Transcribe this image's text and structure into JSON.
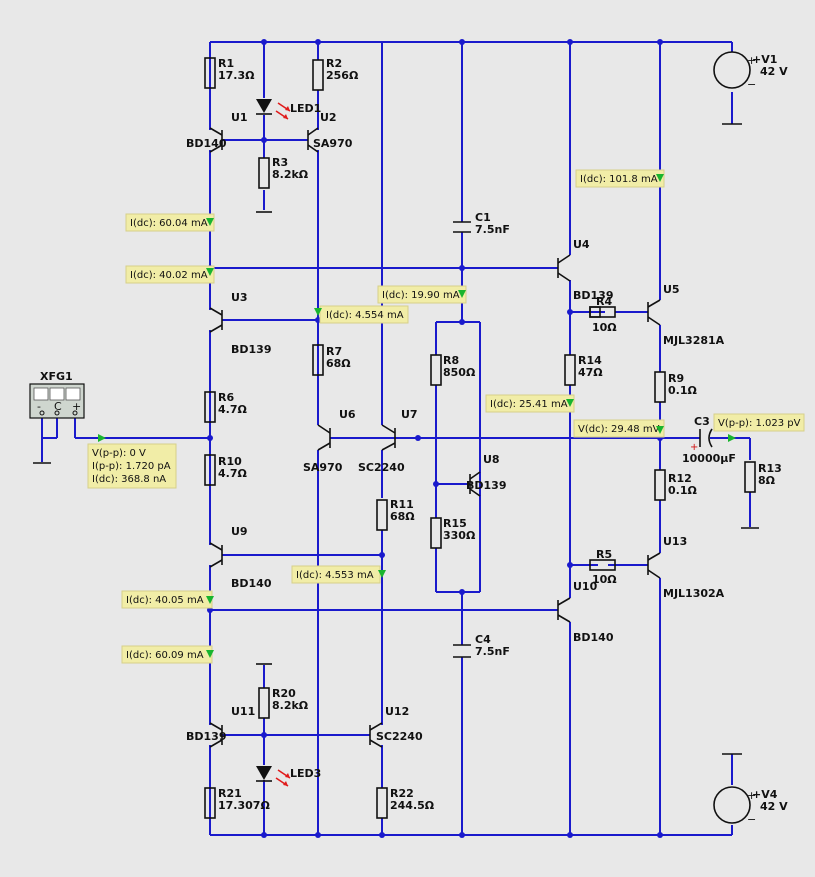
{
  "sources": [
    {
      "id": "v1",
      "ref": "+V1",
      "value": "42 V"
    },
    {
      "id": "v4",
      "ref": "+V4",
      "value": "42 V"
    }
  ],
  "function_generator": {
    "ref": "XFG1",
    "terminals": [
      "-",
      "C",
      "+"
    ]
  },
  "resistors": [
    {
      "ref": "R1",
      "value": "17.3Ω"
    },
    {
      "ref": "R2",
      "value": "256Ω"
    },
    {
      "ref": "R3",
      "value": "8.2kΩ"
    },
    {
      "ref": "R4",
      "value": "10Ω"
    },
    {
      "ref": "R5",
      "value": "10Ω"
    },
    {
      "ref": "R6",
      "value": "4.7Ω"
    },
    {
      "ref": "R7",
      "value": "68Ω"
    },
    {
      "ref": "R8",
      "value": "850Ω"
    },
    {
      "ref": "R9",
      "value": "0.1Ω"
    },
    {
      "ref": "R10",
      "value": "4.7Ω"
    },
    {
      "ref": "R11",
      "value": "68Ω"
    },
    {
      "ref": "R12",
      "value": "0.1Ω"
    },
    {
      "ref": "R13",
      "value": "8Ω"
    },
    {
      "ref": "R14",
      "value": "47Ω"
    },
    {
      "ref": "R15",
      "value": "330Ω"
    },
    {
      "ref": "R20",
      "value": "8.2kΩ"
    },
    {
      "ref": "R21",
      "value": "17.307Ω"
    },
    {
      "ref": "R22",
      "value": "244.5Ω"
    }
  ],
  "capacitors": [
    {
      "ref": "C1",
      "value": "7.5nF"
    },
    {
      "ref": "C3",
      "value": "10000µF"
    },
    {
      "ref": "C4",
      "value": "7.5nF"
    }
  ],
  "leds": [
    {
      "ref": "LED1"
    },
    {
      "ref": "LED3"
    }
  ],
  "transistors": [
    {
      "ref": "U1",
      "part": "BD140"
    },
    {
      "ref": "U2",
      "part": "SA970"
    },
    {
      "ref": "U3",
      "part": "BD139"
    },
    {
      "ref": "U4",
      "part": "BD139"
    },
    {
      "ref": "U5",
      "part": "MJL3281A"
    },
    {
      "ref": "U6",
      "part": "SA970"
    },
    {
      "ref": "U7",
      "part": "SC2240"
    },
    {
      "ref": "U8",
      "part": "BD139"
    },
    {
      "ref": "U9",
      "part": "BD140"
    },
    {
      "ref": "U10",
      "part": "BD140"
    },
    {
      "ref": "U11",
      "part": "BD139"
    },
    {
      "ref": "U12",
      "part": "SC2240"
    },
    {
      "ref": "U13",
      "part": "MJL1302A"
    }
  ],
  "probes": [
    {
      "id": "p1",
      "lines": [
        "I(dc): 60.04 mA"
      ]
    },
    {
      "id": "p2",
      "lines": [
        "I(dc): 40.02 mA"
      ]
    },
    {
      "id": "p3",
      "lines": [
        "I(dc): 4.554 mA"
      ]
    },
    {
      "id": "p4",
      "lines": [
        "I(dc): 19.90 mA"
      ]
    },
    {
      "id": "p5",
      "lines": [
        "I(dc): 101.8 mA"
      ]
    },
    {
      "id": "p6",
      "lines": [
        "I(dc): 25.41 mA"
      ]
    },
    {
      "id": "p7",
      "lines": [
        "V(dc): 29.48 mV"
      ]
    },
    {
      "id": "p8",
      "lines": [
        "V(p-p): 1.023 pV"
      ]
    },
    {
      "id": "p9",
      "lines": [
        "V(p-p): 0 V",
        "I(p-p): 1.720 pA",
        "I(dc): 368.8 nA"
      ]
    },
    {
      "id": "p10",
      "lines": [
        "I(dc): 4.553 mA"
      ]
    },
    {
      "id": "p11",
      "lines": [
        "I(dc): 40.05 mA"
      ]
    },
    {
      "id": "p12",
      "lines": [
        "I(dc): 60.09 mA"
      ]
    }
  ],
  "colors": {
    "wire": "#1a1acc",
    "probe": "#f1eda7",
    "probe_arrow": "#19b52e",
    "led_arrow": "#e01b1b",
    "background": "#e8e8e8"
  }
}
